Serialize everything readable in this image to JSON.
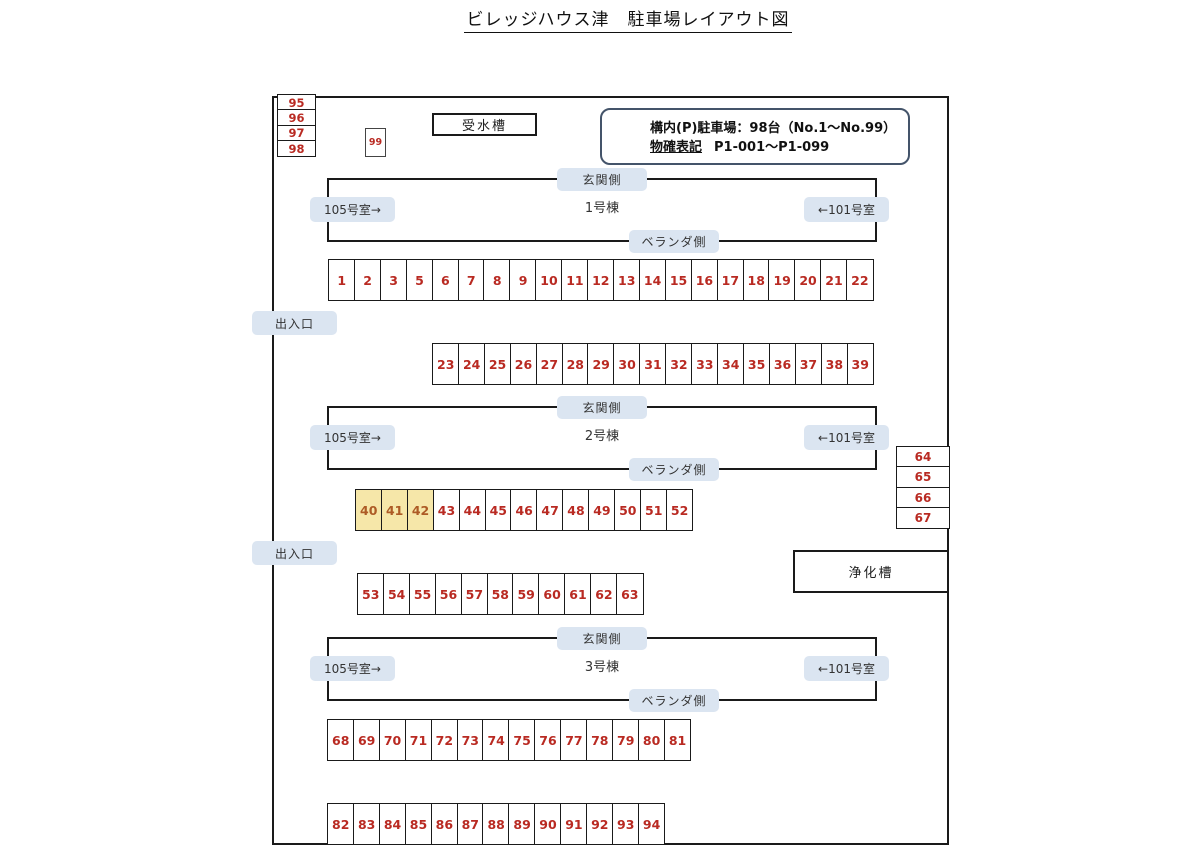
{
  "title": "ビレッジハウス津　駐車場レイアウト図",
  "info_box": {
    "line1": "構内(P)駐車場：98台（No.1～No.99）",
    "line2_label": "物確表記",
    "line2_value": "P1-001～P1-099"
  },
  "facilities": {
    "water_tank": "受水槽",
    "septic_tank": "浄化槽"
  },
  "entrance_label": "出入口",
  "buildings": [
    {
      "name": "1号棟",
      "entrance_side": "玄関側",
      "veranda_side": "ベランダ側",
      "left_room": "105号室→",
      "right_room": "←101号室"
    },
    {
      "name": "2号棟",
      "entrance_side": "玄関側",
      "veranda_side": "ベランダ側",
      "left_room": "105号室→",
      "right_room": "←101号室"
    },
    {
      "name": "3号棟",
      "entrance_side": "玄関側",
      "veranda_side": "ベランダ側",
      "left_room": "105号室→",
      "right_room": "←101号室"
    }
  ],
  "parking": {
    "left_column": [
      "95",
      "96",
      "97",
      "98"
    ],
    "single_space": "99",
    "row_a": [
      "1",
      "2",
      "3",
      "5",
      "6",
      "7",
      "8",
      "9",
      "10",
      "11",
      "12",
      "13",
      "14",
      "15",
      "16",
      "17",
      "18",
      "19",
      "20",
      "21",
      "22"
    ],
    "row_b": [
      "23",
      "24",
      "25",
      "26",
      "27",
      "28",
      "29",
      "30",
      "31",
      "32",
      "33",
      "34",
      "35",
      "36",
      "37",
      "38",
      "39"
    ],
    "row_c": [
      "40",
      "41",
      "42",
      "43",
      "44",
      "45",
      "46",
      "47",
      "48",
      "49",
      "50",
      "51",
      "52"
    ],
    "row_d": [
      "53",
      "54",
      "55",
      "56",
      "57",
      "58",
      "59",
      "60",
      "61",
      "62",
      "63"
    ],
    "right_column": [
      "64",
      "65",
      "66",
      "67"
    ],
    "row_e": [
      "68",
      "69",
      "70",
      "71",
      "72",
      "73",
      "74",
      "75",
      "76",
      "77",
      "78",
      "79",
      "80",
      "81"
    ],
    "row_f": [
      "82",
      "83",
      "84",
      "85",
      "86",
      "87",
      "88",
      "89",
      "90",
      "91",
      "92",
      "93",
      "94"
    ],
    "highlighted": [
      "40",
      "41",
      "42"
    ]
  },
  "colors": {
    "number_red": "#b92a22",
    "highlight_bg": "#f6e7a9",
    "highlight_number": "#ad5b25",
    "label_bg": "#dbe5f1",
    "info_border": "#44546a"
  }
}
